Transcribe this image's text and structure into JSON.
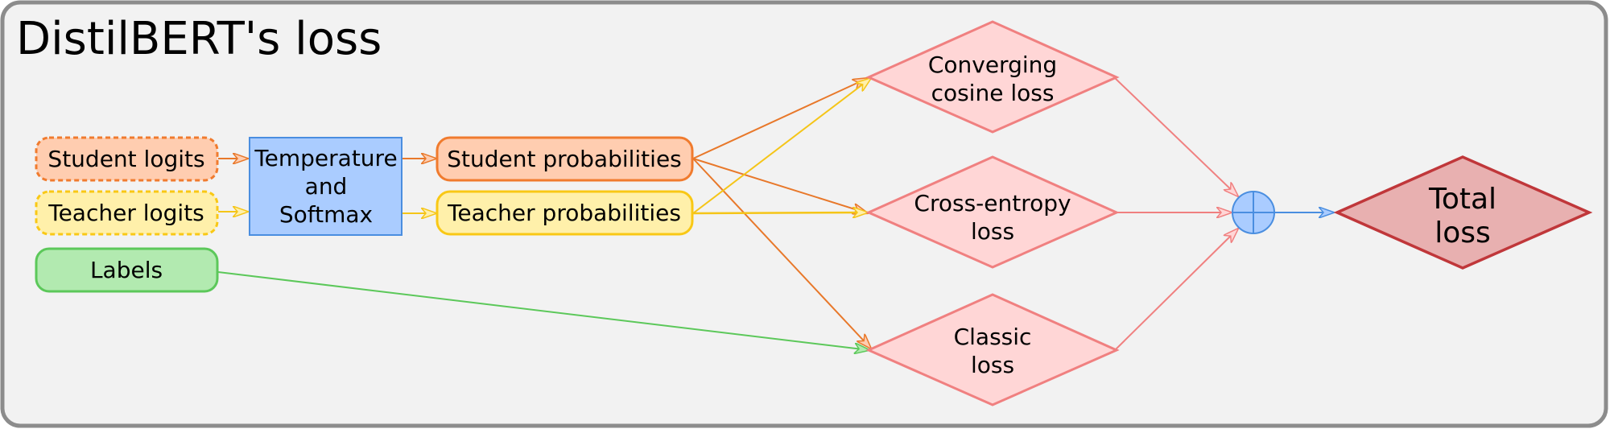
{
  "title": "DistilBERT's loss",
  "colors": {
    "background": "#f2f2f2",
    "frame": "#8c8c8c",
    "orange_fill": "#ffcdb0",
    "orange_stroke": "#f07b2e",
    "orange_edge": "#e8782a",
    "yellow_fill": "#fff0aa",
    "yellow_stroke": "#f9c815",
    "yellow_edge": "#f5c518",
    "green_fill": "#b2eab0",
    "green_stroke": "#5cc85a",
    "blue_fill": "#aaccff",
    "blue_stroke": "#4a8ee0",
    "pink_fill": "#ffd6d6",
    "pink_stroke": "#f08080",
    "total_fill": "#e8b0b0",
    "total_stroke": "#c0373a"
  },
  "nodes": {
    "student_logits": {
      "label": "Student logits",
      "style": "dashed"
    },
    "teacher_logits": {
      "label": "Teacher logits",
      "style": "dashed"
    },
    "labels": {
      "label": "Labels"
    },
    "temperature_softmax": {
      "lines": [
        "Temperature",
        "and",
        "Softmax"
      ]
    },
    "student_probs": {
      "label": "Student probabilities"
    },
    "teacher_probs": {
      "label": "Teacher probabilities"
    },
    "cosine_loss": {
      "lines": [
        "Converging",
        "cosine loss"
      ]
    },
    "ce_loss": {
      "lines": [
        "Cross-entropy",
        "loss"
      ]
    },
    "classic_loss": {
      "lines": [
        "Classic",
        "loss"
      ]
    },
    "sum": {
      "symbol": "plus-circle"
    },
    "total_loss": {
      "lines": [
        "Total",
        "loss"
      ]
    }
  },
  "edges": [
    {
      "from": "student_logits",
      "to": "temperature_softmax",
      "color": "orange"
    },
    {
      "from": "teacher_logits",
      "to": "temperature_softmax",
      "color": "yellow"
    },
    {
      "from": "temperature_softmax",
      "to": "student_probs",
      "color": "orange"
    },
    {
      "from": "temperature_softmax",
      "to": "teacher_probs",
      "color": "yellow"
    },
    {
      "from": "student_probs",
      "to": "cosine_loss",
      "color": "orange"
    },
    {
      "from": "student_probs",
      "to": "ce_loss",
      "color": "orange"
    },
    {
      "from": "student_probs",
      "to": "classic_loss",
      "color": "orange"
    },
    {
      "from": "teacher_probs",
      "to": "cosine_loss",
      "color": "yellow"
    },
    {
      "from": "teacher_probs",
      "to": "ce_loss",
      "color": "yellow"
    },
    {
      "from": "labels",
      "to": "classic_loss",
      "color": "green"
    },
    {
      "from": "cosine_loss",
      "to": "sum",
      "color": "pink"
    },
    {
      "from": "ce_loss",
      "to": "sum",
      "color": "pink"
    },
    {
      "from": "classic_loss",
      "to": "sum",
      "color": "pink"
    },
    {
      "from": "sum",
      "to": "total_loss",
      "color": "blue"
    }
  ]
}
